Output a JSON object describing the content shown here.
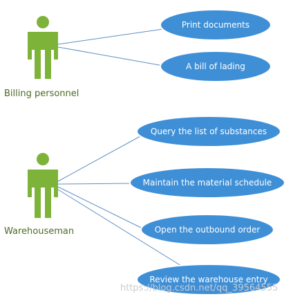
{
  "colors": {
    "actor": "#7eb33a",
    "usecase": "#3f8fd7",
    "usecase_stroke": "#ffffff",
    "line": "#5f8fbf"
  },
  "actors": [
    {
      "id": "billing",
      "label": "Billing personnel"
    },
    {
      "id": "warehouse",
      "label": "Warehouseman"
    }
  ],
  "use_cases": [
    {
      "id": "print",
      "label": "Print documents",
      "actor": "billing"
    },
    {
      "id": "bol",
      "label": "A bill of lading",
      "actor": "billing"
    },
    {
      "id": "query",
      "label": "Query the list of substances",
      "actor": "warehouse"
    },
    {
      "id": "maintain",
      "label": "Maintain the material schedule",
      "actor": "warehouse"
    },
    {
      "id": "outbound",
      "label": "Open the outbound order",
      "actor": "warehouse"
    },
    {
      "id": "review",
      "label": "Review the warehouse entry",
      "actor": "warehouse"
    }
  ],
  "watermark": "https://blog.csdn.net/qq_39564555"
}
